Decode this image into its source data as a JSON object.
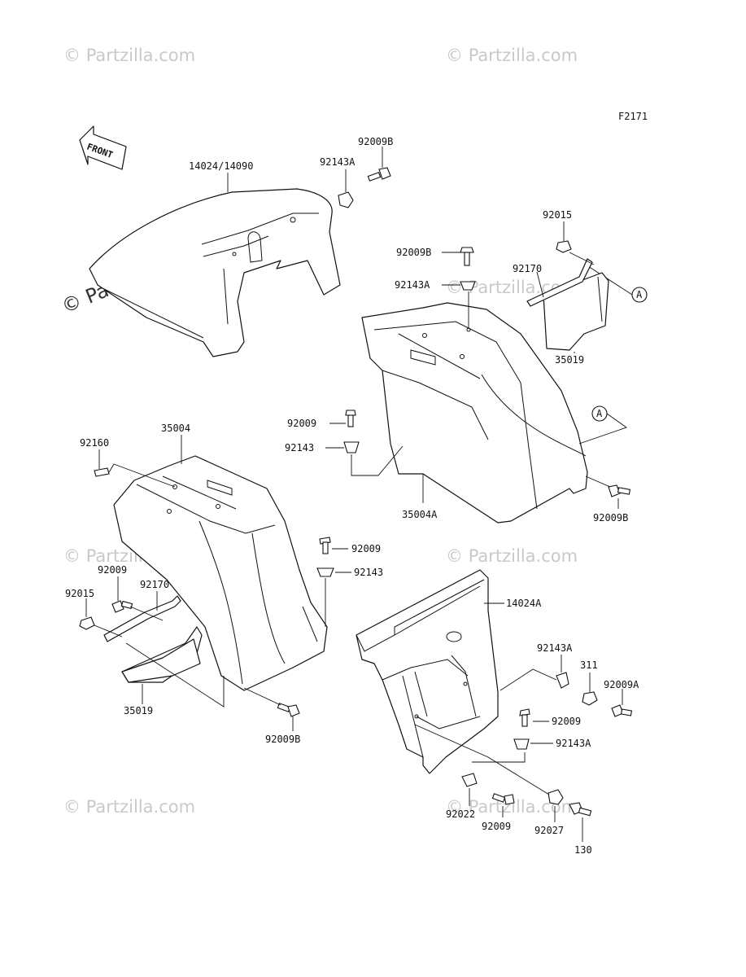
{
  "watermark": {
    "text": "Partzilla.com",
    "main_text": "Partzilla.com",
    "copyright_symbol": "©"
  },
  "figure_code": "F2171",
  "front_arrow_label": "FRONT",
  "reference_a": "A",
  "labels": {
    "l_14024_14090": "14024/14090",
    "l_92143A_top": "92143A",
    "l_92009B_top": "92009B",
    "l_92015_tr": "92015",
    "l_92009B_mid": "92009B",
    "l_92170_tr": "92170",
    "l_92143A_mid": "92143A",
    "l_35019_tr": "35019",
    "l_92009_mid": "92009",
    "l_92143_mid": "92143",
    "l_35004A": "35004A",
    "l_92009B_right": "92009B",
    "l_92160": "92160",
    "l_35004": "35004",
    "l_92009_center": "92009",
    "l_92143_center": "92143",
    "l_14024A": "14024A",
    "l_92009_left": "92009",
    "l_92015_left": "92015",
    "l_92170_left": "92170",
    "l_35019_left": "35019",
    "l_92009B_bottom": "92009B",
    "l_92143A_br": "92143A",
    "l_311": "311",
    "l_92009A": "92009A",
    "l_92009_br": "92009",
    "l_92143A_br2": "92143A",
    "l_92022": "92022",
    "l_92009_bottom": "92009",
    "l_92027": "92027",
    "l_130": "130"
  }
}
